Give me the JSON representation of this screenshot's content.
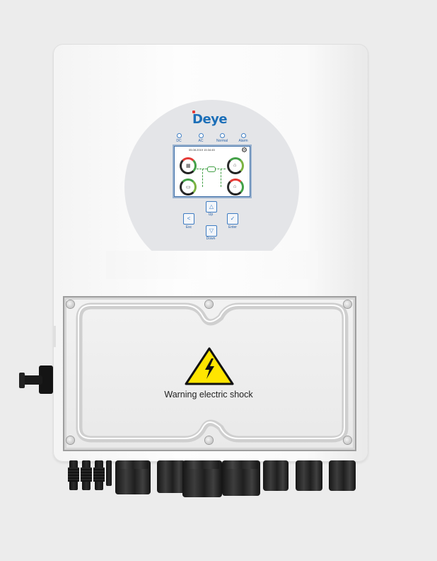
{
  "product": {
    "brand_logo": "Deye",
    "status_leds": [
      "DC",
      "AC",
      "Normal",
      "Alarm"
    ],
    "screen": {
      "datetime": "05.08.2019  15:34:45",
      "settings_icon": "gear-icon"
    },
    "keys": {
      "up": "Up",
      "down": "Down",
      "esc": "Esc",
      "enter": "Enter"
    }
  },
  "cover": {
    "warning_icon": "high-voltage-warning-icon",
    "warning_text": "Warning electric shock"
  },
  "colors": {
    "brand_blue": "#1c6fb8",
    "warning_yellow": "#ffe500",
    "led_blue": "#3f7fc4"
  }
}
